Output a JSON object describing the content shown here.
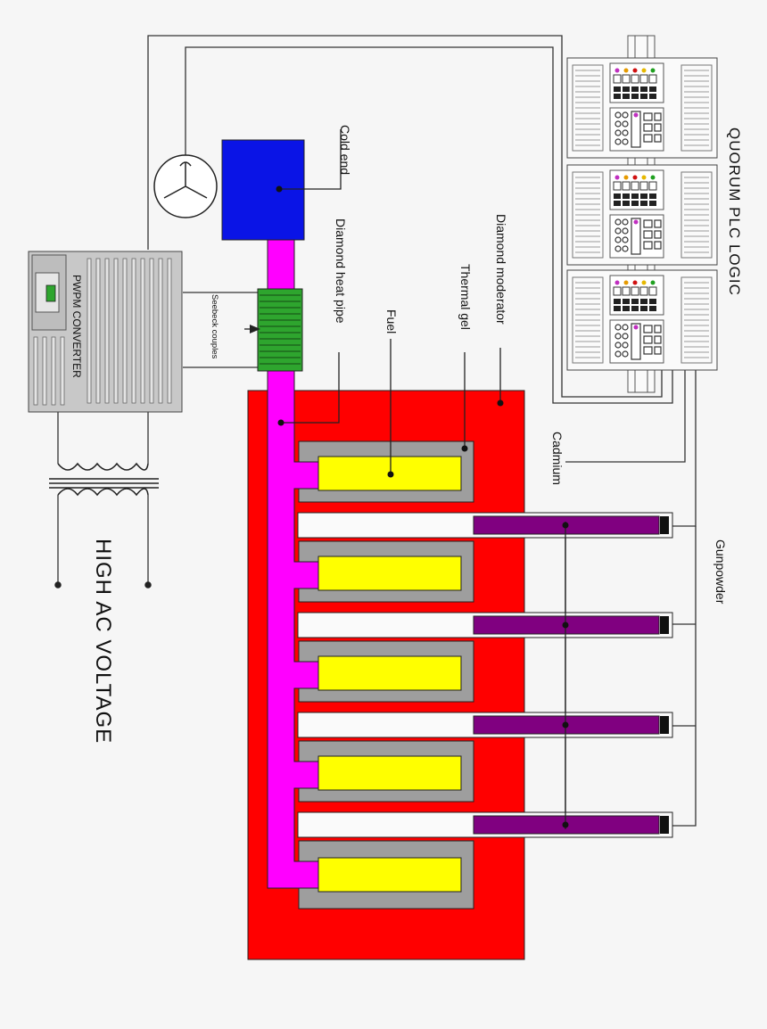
{
  "labels": {
    "cold_end": "Cold end",
    "diamond_heat_pipe": "Diamond heat pipe",
    "fuel": "Fuel",
    "thermal_gel": "Thermal gel",
    "diamond_moderator": "Diamond moderator",
    "cadmium": "Cadmium",
    "gunpowder": "Gunpowder",
    "seebeck_couples": "Seebeck couples",
    "pwpm_converter": "PWPM CONVERTER",
    "plc": "QUORUM PLC LOGIC",
    "high_ac_voltage": "HIGH AC VOLTAGE"
  },
  "colors": {
    "moderator": "#ff0000",
    "heat_pipe": "#ff00ff",
    "cold_end": "#0a14e6",
    "fuel": "#ffff00",
    "thermal_gel": "#9e9e9e",
    "cadmium": "#800080",
    "seebeck": "#2ea52e",
    "background": "#f6f6f6"
  },
  "counts": {
    "fuel_cells": 5,
    "control_rods": 4,
    "plc_modules": 3
  }
}
